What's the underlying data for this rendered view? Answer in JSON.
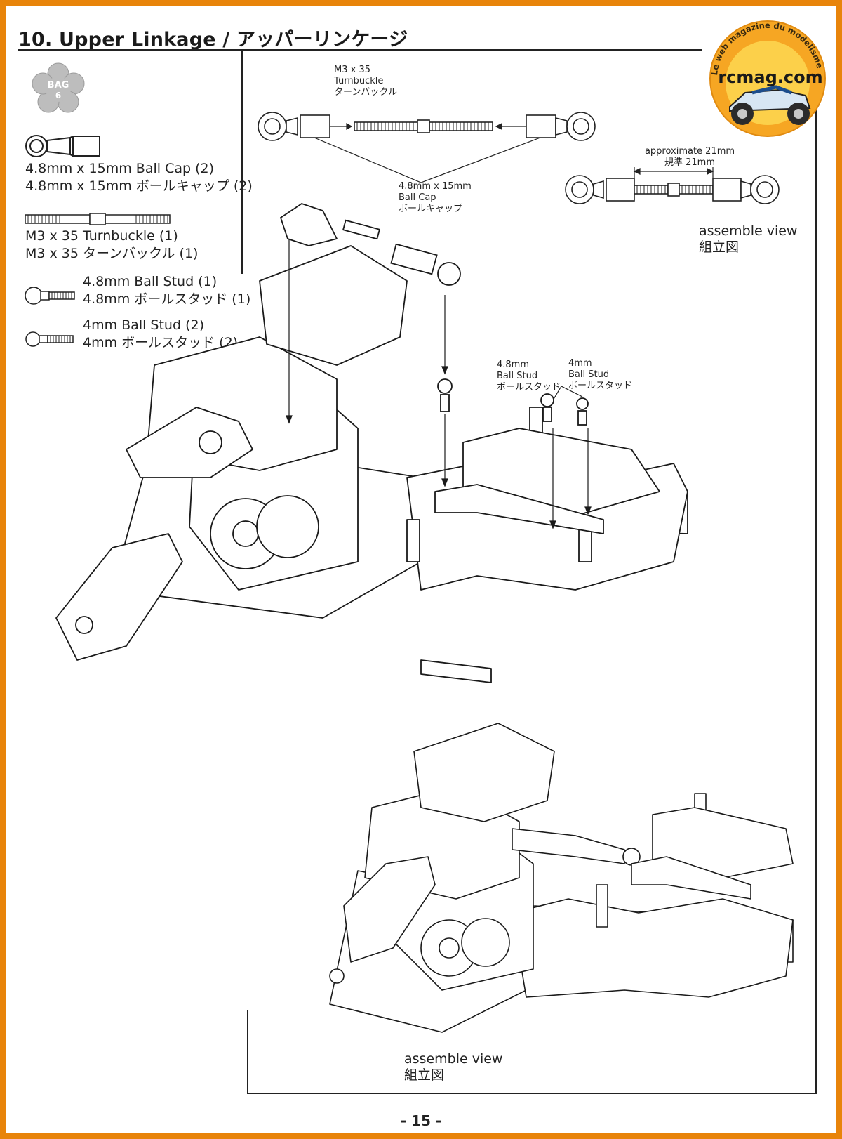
{
  "page": {
    "title": "10. Upper Linkage / アッパーリンケージ",
    "page_number": "- 15 -"
  },
  "bag": {
    "label": "BAG",
    "number": "6"
  },
  "parts_list": [
    {
      "line1": "4.8mm x 15mm Ball Cap (2)",
      "line2": "4.8mm x 15mm ボールキャップ (2)",
      "icon": "ball-cap-icon"
    },
    {
      "line1": "M3 x 35 Turnbuckle (1)",
      "line2": "M3 x 35 ターンバックル (1)",
      "icon": "turnbuckle-icon"
    },
    {
      "line1": "4.8mm Ball Stud (1)",
      "line2": "4.8mm ボールスタッド (1)",
      "icon": "ball-stud-icon"
    },
    {
      "line1": "4mm Ball Stud (2)",
      "line2": "4mm ボールスタッド (2)",
      "icon": "ball-stud-small-icon"
    }
  ],
  "diagram": {
    "turnbuckle_label": [
      "M3 x 35",
      "Turnbuckle",
      "ターンバックル"
    ],
    "ball_cap_label": [
      "4.8mm x 15mm",
      "Ball Cap",
      "ボールキャップ"
    ],
    "length_label": [
      "approximate 21mm",
      "規準 21mm"
    ],
    "assemble_label_top": [
      "assemble view",
      "組立図"
    ],
    "stud48_label": [
      "4.8mm",
      "Ball Stud",
      "ボールスタッド"
    ],
    "stud4_label": [
      "4mm",
      "Ball Stud",
      "ボールスタッド"
    ],
    "assemble_label_bottom": [
      "assemble view",
      "組立図"
    ]
  },
  "logo": {
    "arc_text": "Le web magazine du modelisme",
    "site": "rcmag.com",
    "colors": {
      "outer": "#f6a623",
      "inner": "#fcd04a",
      "frame": "#e8840a"
    }
  }
}
